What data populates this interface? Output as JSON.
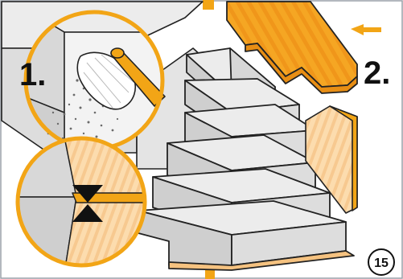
{
  "instructions": {
    "step1_label": "1.",
    "step2_label": "2.",
    "page_number": "15"
  },
  "colors": {
    "accent": "#f2a516",
    "wood_light": "#fad7a8",
    "stair_gray": "#e9e9e9",
    "outline": "#111111"
  },
  "icons": [
    "brush-icon",
    "arrow-left-icon",
    "press-arrows-icon"
  ]
}
